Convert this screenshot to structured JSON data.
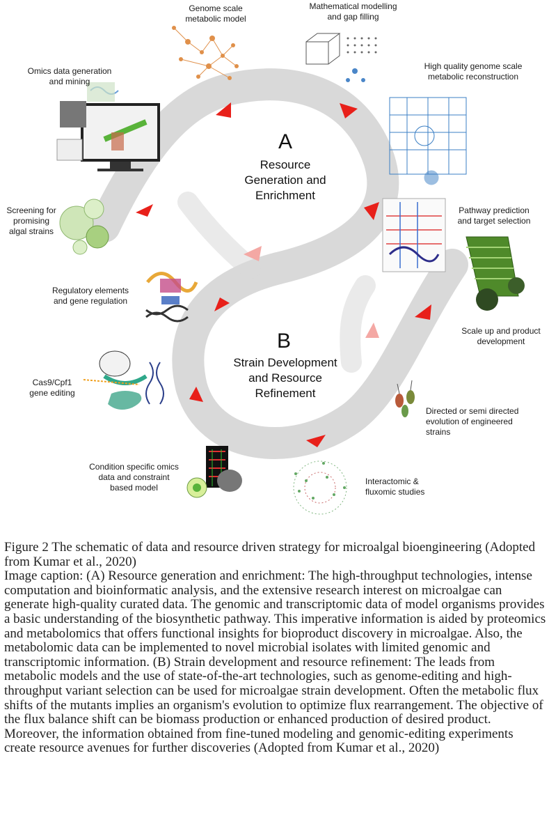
{
  "diagram": {
    "section_a": {
      "letter": "A",
      "title": "Resource\nGeneration and\nEnrichment"
    },
    "section_b": {
      "letter": "B",
      "title": "Strain Development\nand Resource\nRefinement"
    },
    "steps": {
      "genome_scale_model": "Genome scale\nmetabolic model",
      "math_modelling": "Mathematical modelling\nand gap filling",
      "omics_data": "Omics data generation\nand mining",
      "high_quality_reconstruction": "High quality genome scale\nmetabolic reconstruction",
      "screening": "Screening for\npromising\nalgal strains",
      "pathway_prediction": "Pathway prediction\nand target selection",
      "regulatory_elements": "Regulatory elements\nand gene regulation",
      "scale_up": "Scale up and product\ndevelopment",
      "cas9": "Cas9/Cpf1\ngene editing",
      "directed_evolution": "Directed or semi directed\nevolution of engineered\nstrains",
      "condition_specific": "Condition specific omics\ndata and constraint\nbased model",
      "interactomic": "Interactomic &\nfluxomic studies"
    },
    "colors": {
      "band": "#d9d9d9",
      "arrow": "#e8201a",
      "arrow_faded": "#f4a8a4",
      "algae_green": "#4f8a2a"
    }
  },
  "caption": {
    "figure_title": "Figure 2 The schematic of data and resource driven strategy for microalgal bioengineering (Adopted from Kumar et al., 2020)",
    "body": "Image caption: (A) Resource generation and enrichment: The high-throughput technologies, intense computation and bioinformatic analysis, and the extensive research interest on microalgae can generate high-quality curated data. The genomic and transcriptomic data of model organisms provides a basic understanding of the biosynthetic pathway. This imperative information is aided by proteomics and metabolomics that offers functional insights for bioproduct discovery in microalgae. Also, the metabolomic data can be implemented to novel microbial isolates with limited genomic and transcriptomic information. (B) Strain development and resource refinement: The leads from metabolic models and the use of state-of-the-art technologies, such as genome-editing and high-throughput variant selection can be used for microalgae strain development. Often the metabolic flux shifts of the mutants implies an organism's evolution to optimize flux rearrangement. The objective of the flux balance shift can be biomass production or enhanced production of desired product. Moreover, the information obtained from fine-tuned modeling and genomic-editing experiments create resource avenues for further discoveries (Adopted from Kumar et al., 2020)"
  }
}
